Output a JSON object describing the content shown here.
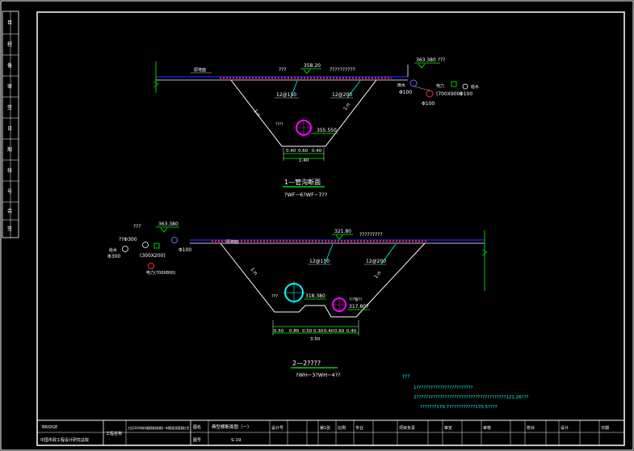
{
  "colors": {
    "background": "#000000",
    "frame": "#ffffff",
    "ground": "#2020ff",
    "red_marks": "#ff2a2a",
    "yellow": "#ffff00",
    "green": "#00ff00",
    "cyan": "#00ffff",
    "magenta": "#ff00ff",
    "blue_pipe": "#6a6aff"
  },
  "side_strip": {
    "labels": [
      "目",
      "程",
      "备",
      "审",
      "签",
      "日",
      "期",
      "核",
      "号",
      "会",
      "签"
    ]
  },
  "section1": {
    "left_ground_label": "原地面",
    "level_label": "???",
    "level_value": "358.20",
    "design_label": "??????????",
    "right_level": "363.380 ???",
    "pipe_a_label": "雨水",
    "pipe_a_size": "Φ100",
    "pipe_b_label": "电力",
    "pipe_b_size": "(700X900)",
    "pipe_c_label": "给水",
    "pipe_c_size": "Φ100",
    "pipe_c_extra": "Φ100",
    "slope_left": "1:n",
    "slope_right": "1:n",
    "reinforce_left": "12@150",
    "reinforce_right": "12@200",
    "bottom_label": "????",
    "bottom_value": "355.550",
    "dims": [
      "0.40",
      "0.60",
      "0.40"
    ],
    "dims_total": "1.40",
    "title": "1—管沟断面",
    "subtitle": "?WF−6?WF−7??"
  },
  "section2": {
    "top_label": "???",
    "top_value": "363.380",
    "left_pipe_label": "??Φ300",
    "left_a": "给水",
    "left_a_size": "Φ300",
    "left_b_size": "(300X200)",
    "left_c_size": "Φ100",
    "left_d": "电力(700X800)",
    "ground_label": "原地面",
    "level_value": "321.80",
    "design_label": "?????????",
    "reinforce_left": "12@150",
    "reinforce_right": "12@200",
    "slope_left": "1:n",
    "slope_right": "1:n",
    "pipe1_label": "???",
    "pipe1_value": "318.380",
    "pipe2_label": "???管??",
    "pipe2_value": "317.807",
    "dims": [
      "0.50",
      "0.80",
      "0.50",
      "0.30",
      "0.40",
      "0.60",
      "0.40"
    ],
    "dims_total": "3.50",
    "title": "2—2????",
    "subtitle": "?WH−3?WH−4??"
  },
  "notes": {
    "head": "???",
    "line1": "1????????????????????????",
    "line2": "2??????????????????????????????????????121.26???",
    "line3": "???????170.7???????????170.5????"
  },
  "title_block": {
    "company_en": "BRIDGE",
    "company_cn": "中国市政工程设计研究总院",
    "project_label": "工程名称",
    "project_name": "大业区2020年城市道路基础设施建设—市政管道及配套基础工程",
    "drawing_label": "图名",
    "drawing_name": "典型横断面图（一）",
    "drawing_no_label": "图号",
    "drawing_no": "S-19",
    "cells": [
      "设计号",
      "第1张",
      "比例",
      "专业",
      "项目负责",
      "审定",
      "审核",
      "校对",
      "设计",
      "日期"
    ]
  }
}
